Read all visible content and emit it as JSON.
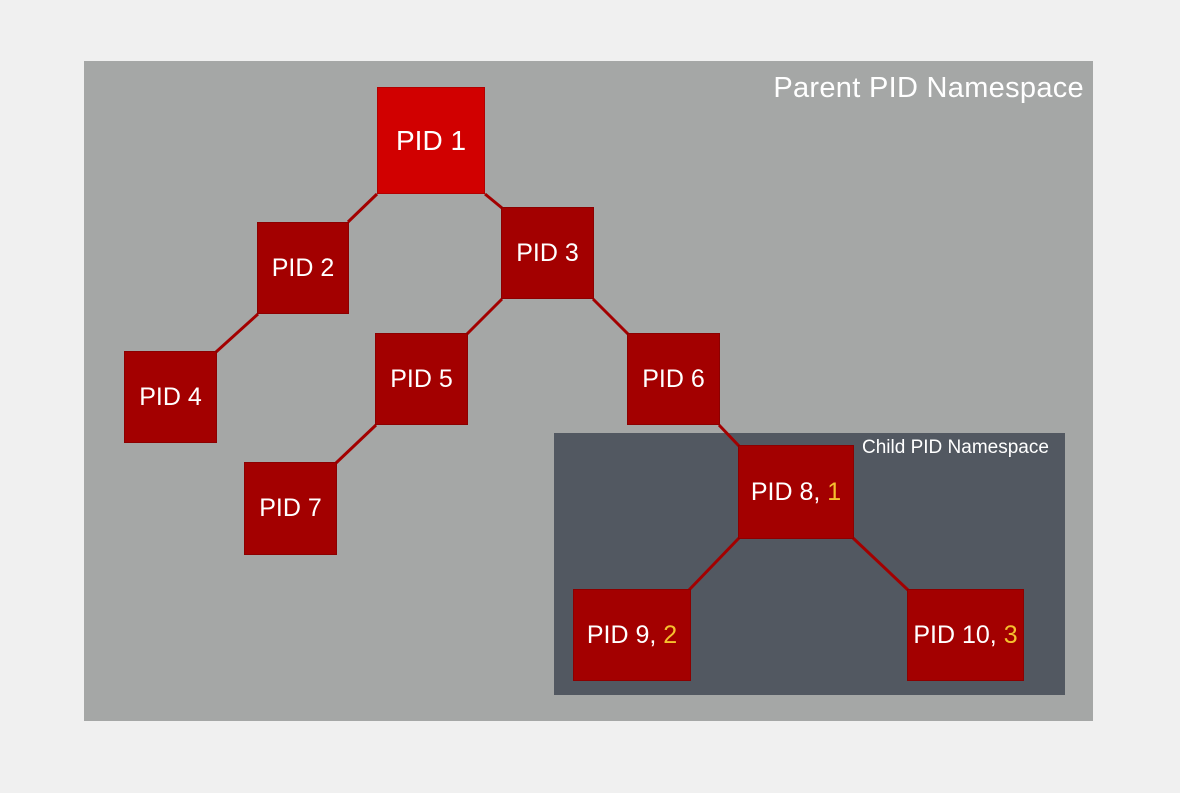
{
  "namespaces": {
    "parent": "Parent PID Namespace",
    "child": "Child PID Namespace"
  },
  "nodes": {
    "pid1": "PID 1",
    "pid2": "PID 2",
    "pid3": "PID 3",
    "pid4": "PID 4",
    "pid5": "PID 5",
    "pid6": "PID 6",
    "pid7": "PID 7",
    "pid8": {
      "label": "PID 8,",
      "ns_id": "1"
    },
    "pid9": {
      "label": "PID 9,",
      "ns_id": "2"
    },
    "pid10": {
      "label": "PID 10,",
      "ns_id": "3"
    }
  },
  "edges": [
    [
      "pid1",
      "pid2"
    ],
    [
      "pid1",
      "pid3"
    ],
    [
      "pid2",
      "pid4"
    ],
    [
      "pid3",
      "pid5"
    ],
    [
      "pid3",
      "pid6"
    ],
    [
      "pid5",
      "pid7"
    ],
    [
      "pid6",
      "pid8"
    ],
    [
      "pid8",
      "pid9"
    ],
    [
      "pid8",
      "pid10"
    ]
  ],
  "colors": {
    "root_node": "#d10000",
    "node": "#a30000",
    "edge": "#a30000",
    "parent_namespace": "#a5a7a6",
    "child_namespace": "#525861",
    "child_pid_number": "#f5c12e"
  }
}
